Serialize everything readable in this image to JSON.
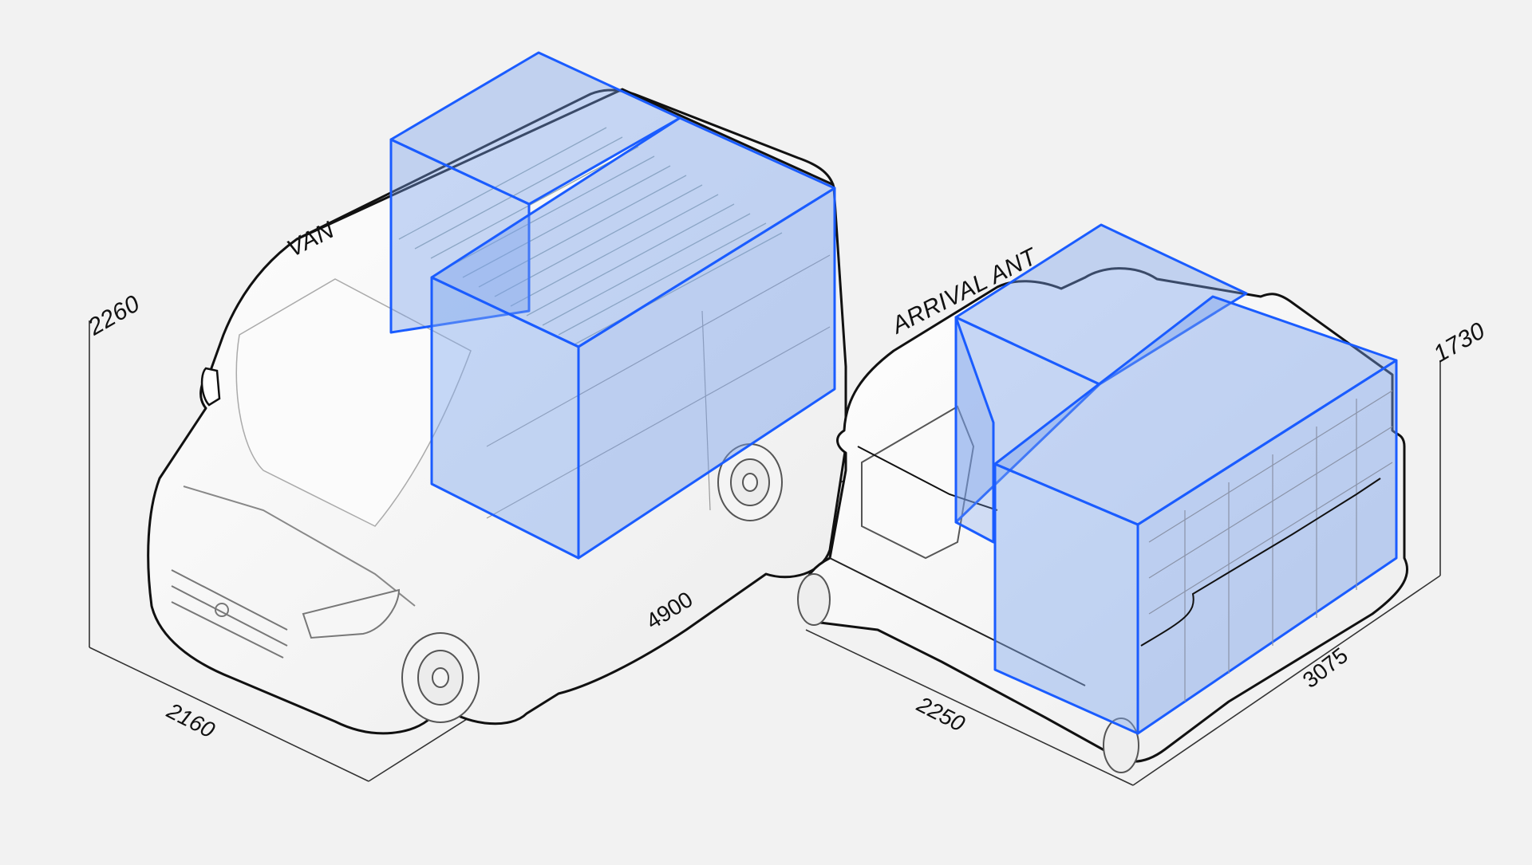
{
  "diagram": {
    "type": "vehicle-cargo-volume-comparison",
    "background": "#f2f2f2",
    "accent_color": "#1a5cff",
    "box_fill": "rgba(120,160,235,0.38)",
    "vehicles": [
      {
        "name": "VAN",
        "dimensions": {
          "height": "2260",
          "width": "2160",
          "length": "4900"
        },
        "cargo_boxes": 2
      },
      {
        "name": "ARRIVAL ANT",
        "dimensions": {
          "height": "1730",
          "width": "2250",
          "length": "3075"
        },
        "cargo_boxes": 2
      }
    ]
  }
}
